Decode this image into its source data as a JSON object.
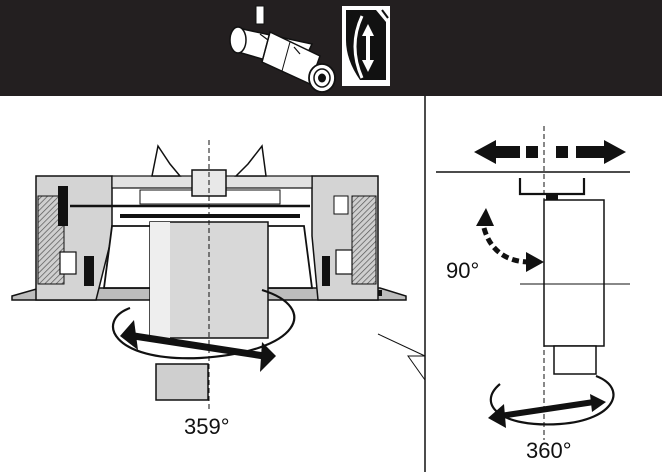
{
  "labels": {
    "left_rotation": "359°",
    "right_rotation": "360°",
    "right_tilt": "90°"
  },
  "colors": {
    "header_background": "#231f20",
    "line": "#111111",
    "housing_gray": "#d4d4d4",
    "hatch_gray": "#9a9a9a",
    "white": "#ffffff"
  },
  "icons": {
    "header_left": "spotlight-side-icon",
    "header_right": "rotate-swivel-icon"
  }
}
